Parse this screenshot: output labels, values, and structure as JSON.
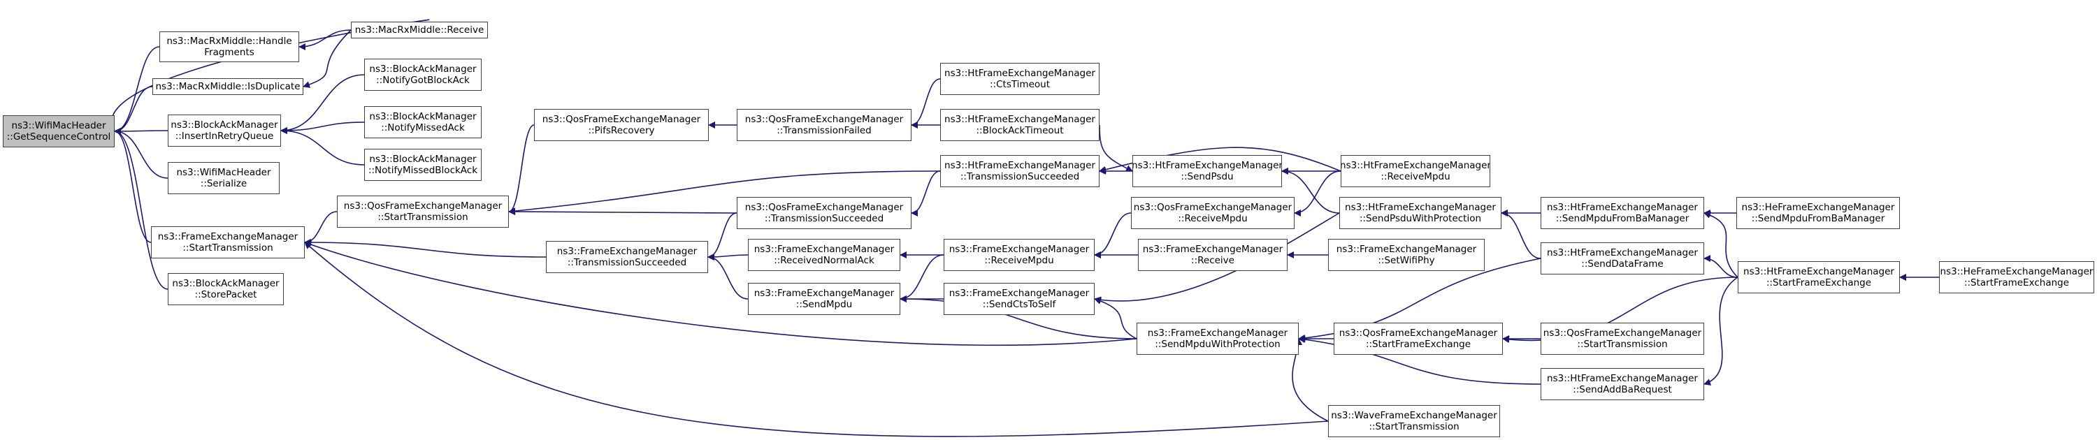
{
  "colors": {
    "edge": "#191970",
    "node_border": "#404040",
    "root_fill": "#bfbfbf",
    "node_fill": "#ffffff"
  },
  "nodes": [
    {
      "id": "root",
      "lines": [
        "ns3::WifiMacHeader",
        "::GetSequenceControl"
      ]
    },
    {
      "id": "rxmid_handle",
      "lines": [
        "ns3::MacRxMiddle::Handle",
        "Fragments"
      ]
    },
    {
      "id": "rxmid_receive",
      "lines": [
        "ns3::MacRxMiddle::Receive"
      ]
    },
    {
      "id": "rxmid_isdup",
      "lines": [
        "ns3::MacRxMiddle::IsDuplicate"
      ]
    },
    {
      "id": "bam_insert",
      "lines": [
        "ns3::BlockAckManager",
        "::InsertInRetryQueue"
      ]
    },
    {
      "id": "bam_notifygot",
      "lines": [
        "ns3::BlockAckManager",
        "::NotifyGotBlockAck"
      ]
    },
    {
      "id": "bam_notifymissed",
      "lines": [
        "ns3::BlockAckManager",
        "::NotifyMissedAck"
      ]
    },
    {
      "id": "bam_notifymissedba",
      "lines": [
        "ns3::BlockAckManager",
        "::NotifyMissedBlockAck"
      ]
    },
    {
      "id": "wmh_serialize",
      "lines": [
        "ns3::WifiMacHeader",
        "::Serialize"
      ]
    },
    {
      "id": "fem_start",
      "lines": [
        "ns3::FrameExchangeManager",
        "::StartTransmission"
      ]
    },
    {
      "id": "bam_store",
      "lines": [
        "ns3::BlockAckManager",
        "::StorePacket"
      ]
    },
    {
      "id": "qos_start",
      "lines": [
        "ns3::QosFrameExchangeManager",
        "::StartTransmission"
      ]
    },
    {
      "id": "qos_pifs",
      "lines": [
        "ns3::QosFrameExchangeManager",
        "::PifsRecovery"
      ]
    },
    {
      "id": "qos_txfailed",
      "lines": [
        "ns3::QosFrameExchangeManager",
        "::TransmissionFailed"
      ]
    },
    {
      "id": "ht_cts",
      "lines": [
        "ns3::HtFrameExchangeManager",
        "::CtsTimeout"
      ]
    },
    {
      "id": "ht_bat",
      "lines": [
        "ns3::HtFrameExchangeManager",
        "::BlockAckTimeout"
      ]
    },
    {
      "id": "ht_txsucc",
      "lines": [
        "ns3::HtFrameExchangeManager",
        "::TransmissionSucceeded"
      ]
    },
    {
      "id": "qos_txsucc",
      "lines": [
        "ns3::QosFrameExchangeManager",
        "::TransmissionSucceeded"
      ]
    },
    {
      "id": "fem_txsucc",
      "lines": [
        "ns3::FrameExchangeManager",
        "::TransmissionSucceeded"
      ]
    },
    {
      "id": "fem_rxnormal",
      "lines": [
        "ns3::FrameExchangeManager",
        "::ReceivedNormalAck"
      ]
    },
    {
      "id": "fem_sendmpdu",
      "lines": [
        "ns3::FrameExchangeManager",
        "::SendMpdu"
      ]
    },
    {
      "id": "ht_sendpsdu",
      "lines": [
        "ns3::HtFrameExchangeManager",
        "::SendPsdu"
      ]
    },
    {
      "id": "ht_rxmpdu",
      "lines": [
        "ns3::HtFrameExchangeManager",
        "::ReceiveMpdu"
      ]
    },
    {
      "id": "qos_rxmpdu",
      "lines": [
        "ns3::QosFrameExchangeManager",
        "::ReceiveMpdu"
      ]
    },
    {
      "id": "fem_rxmpdu",
      "lines": [
        "ns3::FrameExchangeManager",
        "::ReceiveMpdu"
      ]
    },
    {
      "id": "fem_receive",
      "lines": [
        "ns3::FrameExchangeManager",
        "::Receive"
      ]
    },
    {
      "id": "fem_setphy",
      "lines": [
        "ns3::FrameExchangeManager",
        "::SetWifiPhy"
      ]
    },
    {
      "id": "fem_ctstoself",
      "lines": [
        "ns3::FrameExchangeManager",
        "::SendCtsToSelf"
      ]
    },
    {
      "id": "ht_sendpsduprot",
      "lines": [
        "ns3::HtFrameExchangeManager",
        "::SendPsduWithProtection"
      ]
    },
    {
      "id": "ht_sendmpdufromba",
      "lines": [
        "ns3::HtFrameExchangeManager",
        "::SendMpduFromBaManager"
      ]
    },
    {
      "id": "he_sendmpdufromba",
      "lines": [
        "ns3::HeFrameExchangeManager",
        "::SendMpduFromBaManager"
      ]
    },
    {
      "id": "ht_senddata",
      "lines": [
        "ns3::HtFrameExchangeManager",
        "::SendDataFrame"
      ]
    },
    {
      "id": "ht_startfe",
      "lines": [
        "ns3::HtFrameExchangeManager",
        "::StartFrameExchange"
      ]
    },
    {
      "id": "he_startfe",
      "lines": [
        "ns3::HeFrameExchangeManager",
        "::StartFrameExchange"
      ]
    },
    {
      "id": "fem_sendmpduprot",
      "lines": [
        "ns3::FrameExchangeManager",
        "::SendMpduWithProtection"
      ]
    },
    {
      "id": "qos_startfe",
      "lines": [
        "ns3::QosFrameExchangeManager",
        "::StartFrameExchange"
      ]
    },
    {
      "id": "qos_starttx2",
      "lines": [
        "ns3::QosFrameExchangeManager",
        "::StartTransmission"
      ]
    },
    {
      "id": "ht_sendaddba",
      "lines": [
        "ns3::HtFrameExchangeManager",
        "::SendAddBaRequest"
      ]
    },
    {
      "id": "wave_start",
      "lines": [
        "ns3::WaveFrameExchangeManager",
        "::StartTransmission"
      ]
    }
  ],
  "edges": [
    [
      "rxmid_handle",
      "root"
    ],
    [
      "rxmid_receive",
      "root"
    ],
    [
      "rxmid_isdup",
      "root"
    ],
    [
      "bam_insert",
      "root"
    ],
    [
      "wmh_serialize",
      "root"
    ],
    [
      "fem_start",
      "root"
    ],
    [
      "bam_store",
      "root"
    ],
    [
      "rxmid_receive",
      "rxmid_handle"
    ],
    [
      "rxmid_receive",
      "rxmid_isdup"
    ],
    [
      "bam_notifygot",
      "bam_insert"
    ],
    [
      "bam_notifymissed",
      "bam_insert"
    ],
    [
      "bam_notifymissedba",
      "bam_insert"
    ],
    [
      "qos_start",
      "fem_start"
    ],
    [
      "fem_txsucc",
      "fem_start"
    ],
    [
      "fem_sendmpduprot",
      "fem_start"
    ],
    [
      "wave_start",
      "fem_start"
    ],
    [
      "qos_pifs",
      "qos_start"
    ],
    [
      "ht_txsucc",
      "qos_start"
    ],
    [
      "qos_txsucc",
      "qos_start"
    ],
    [
      "qos_txfailed",
      "qos_pifs"
    ],
    [
      "ht_cts",
      "qos_txfailed"
    ],
    [
      "ht_bat",
      "qos_txfailed"
    ],
    [
      "ht_sendpsdu",
      "ht_txsucc"
    ],
    [
      "ht_rxmpdu",
      "ht_txsucc"
    ],
    [
      "ht_txsucc",
      "qos_txsucc"
    ],
    [
      "qos_txsucc",
      "fem_txsucc"
    ],
    [
      "fem_rxnormal",
      "fem_txsucc"
    ],
    [
      "fem_sendmpdu",
      "fem_txsucc"
    ],
    [
      "fem_rxmpdu",
      "fem_rxnormal"
    ],
    [
      "fem_rxmpdu",
      "fem_sendmpdu"
    ],
    [
      "fem_ctstoself",
      "fem_sendmpdu"
    ],
    [
      "fem_sendmpduprot",
      "fem_sendmpdu"
    ],
    [
      "ht_bat",
      "ht_sendpsdu"
    ],
    [
      "ht_rxmpdu",
      "ht_sendpsdu"
    ],
    [
      "ht_sendpsduprot",
      "ht_sendpsdu"
    ],
    [
      "qos_rxmpdu",
      "fem_rxmpdu"
    ],
    [
      "fem_receive",
      "fem_rxmpdu"
    ],
    [
      "ht_rxmpdu",
      "qos_rxmpdu"
    ],
    [
      "fem_setphy",
      "fem_receive"
    ],
    [
      "ht_sendpsduprot",
      "fem_ctstoself"
    ],
    [
      "fem_sendmpduprot",
      "fem_ctstoself"
    ],
    [
      "ht_sendmpdufromba",
      "ht_sendpsduprot"
    ],
    [
      "ht_senddata",
      "ht_sendpsduprot"
    ],
    [
      "he_sendmpdufromba",
      "ht_sendmpdufromba"
    ],
    [
      "ht_startfe",
      "ht_sendmpdufromba"
    ],
    [
      "ht_startfe",
      "ht_senddata"
    ],
    [
      "he_startfe",
      "ht_startfe"
    ],
    [
      "ht_senddata",
      "fem_sendmpduprot"
    ],
    [
      "qos_startfe",
      "fem_sendmpduprot"
    ],
    [
      "ht_sendaddba",
      "fem_sendmpduprot"
    ],
    [
      "wave_start",
      "fem_sendmpduprot"
    ],
    [
      "ht_startfe",
      "qos_startfe"
    ],
    [
      "qos_starttx2",
      "qos_startfe"
    ],
    [
      "ht_startfe",
      "ht_sendaddba"
    ]
  ]
}
